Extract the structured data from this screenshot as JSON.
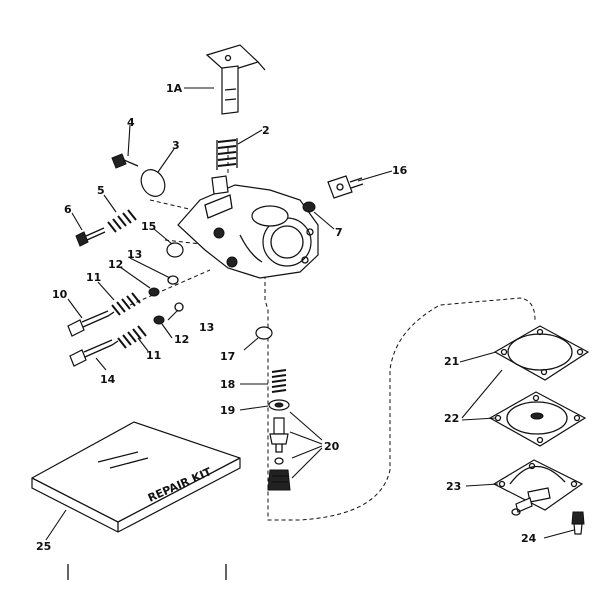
{
  "labels": {
    "p1a": "1A",
    "p2": "2",
    "p3": "3",
    "p4": "4",
    "p5": "5",
    "p6": "6",
    "p7": "7",
    "p10": "10",
    "p11a": "11",
    "p11b": "11",
    "p12a": "12",
    "p12b": "12",
    "p13a": "13",
    "p13b": "13",
    "p14": "14",
    "p15": "15",
    "p16": "16",
    "p17": "17",
    "p18": "18",
    "p19": "19",
    "p20": "20",
    "p21": "21",
    "p22": "22",
    "p23": "23",
    "p24": "24",
    "p25": "25"
  },
  "repair_kit": {
    "box_text": "REPAIR KIT"
  }
}
